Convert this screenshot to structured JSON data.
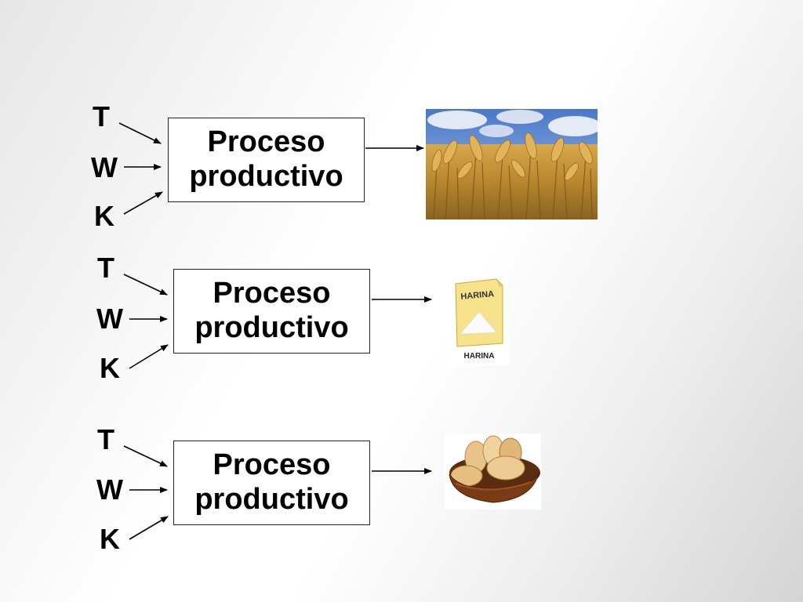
{
  "rows": [
    {
      "inputs": [
        "T",
        "W",
        "K"
      ],
      "process": {
        "line1": "Proceso",
        "line2": "productivo"
      },
      "product": {
        "icon": "wheat-field-image"
      }
    },
    {
      "inputs": [
        "T",
        "W",
        "K"
      ],
      "process": {
        "line1": "Proceso",
        "line2": "productivo"
      },
      "product": {
        "icon": "flour-bag-image",
        "bag_text": "HARINA",
        "caption": "HARINA"
      }
    },
    {
      "inputs": [
        "T",
        "W",
        "K"
      ],
      "process": {
        "line1": "Proceso",
        "line2": "productivo"
      },
      "product": {
        "icon": "bread-basket-image"
      }
    }
  ]
}
